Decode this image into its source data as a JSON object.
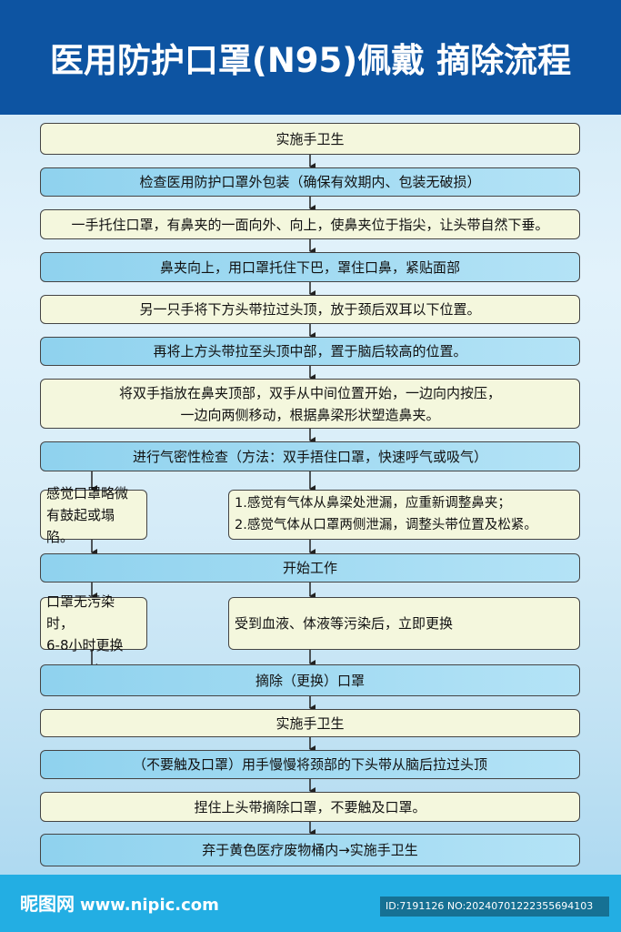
{
  "header": {
    "title": "医用防护口罩(N95)佩戴 摘除流程"
  },
  "steps": {
    "s1": "实施手卫生",
    "s2": "检查医用防护口罩外包装（确保有效期内、包装无破损）",
    "s3": "一手托住口罩，有鼻夹的一面向外、向上，使鼻夹位于指尖，让头带自然下垂。",
    "s4": "鼻夹向上，用口罩托住下巴，罩住口鼻，紧贴面部",
    "s5": "另一只手将下方头带拉过头顶，放于颈后双耳以下位置。",
    "s6": "再将上方头带拉至头顶中部，置于脑后较高的位置。",
    "s7_line1": "将双手指放在鼻夹顶部，双手从中间位置开始，一边向内按压，",
    "s7_line2": "一边向两侧移动，根据鼻梁形状塑造鼻夹。",
    "s8": "进行气密性检查（方法：双手捂住口罩，快速呼气或吸气）",
    "s9a_line1": "感觉口罩略微",
    "s9a_line2": "有鼓起或塌陷。",
    "s9b_line1": "1.感觉有气体从鼻梁处泄漏，应重新调整鼻夹；",
    "s9b_line2": "2.感觉气体从口罩两侧泄漏，调整头带位置及松紧。",
    "s10": "开始工作",
    "s11a_line1": "口罩无污染时，",
    "s11a_line2": "6-8小时更换",
    "s11b": "受到血液、体液等污染后，立即更换",
    "s12": "摘除（更换）口罩",
    "s13": "实施手卫生",
    "s14": "（不要触及口罩）用手慢慢将颈部的下头带从脑后拉过头顶",
    "s15": "捏住上头带摘除口罩，不要触及口罩。",
    "s16": "弃于黄色医疗废物桶内→实施手卫生"
  },
  "footer": {
    "brand": "昵图网",
    "url": "www.nipic.com",
    "id_text": "ID:7191126 NO:20240701222355694103"
  },
  "colors": {
    "header": "#0d54a2",
    "box_yellow": "#f4f7dd",
    "box_blue": "#8fd2ee",
    "footer": "#23aee3"
  }
}
